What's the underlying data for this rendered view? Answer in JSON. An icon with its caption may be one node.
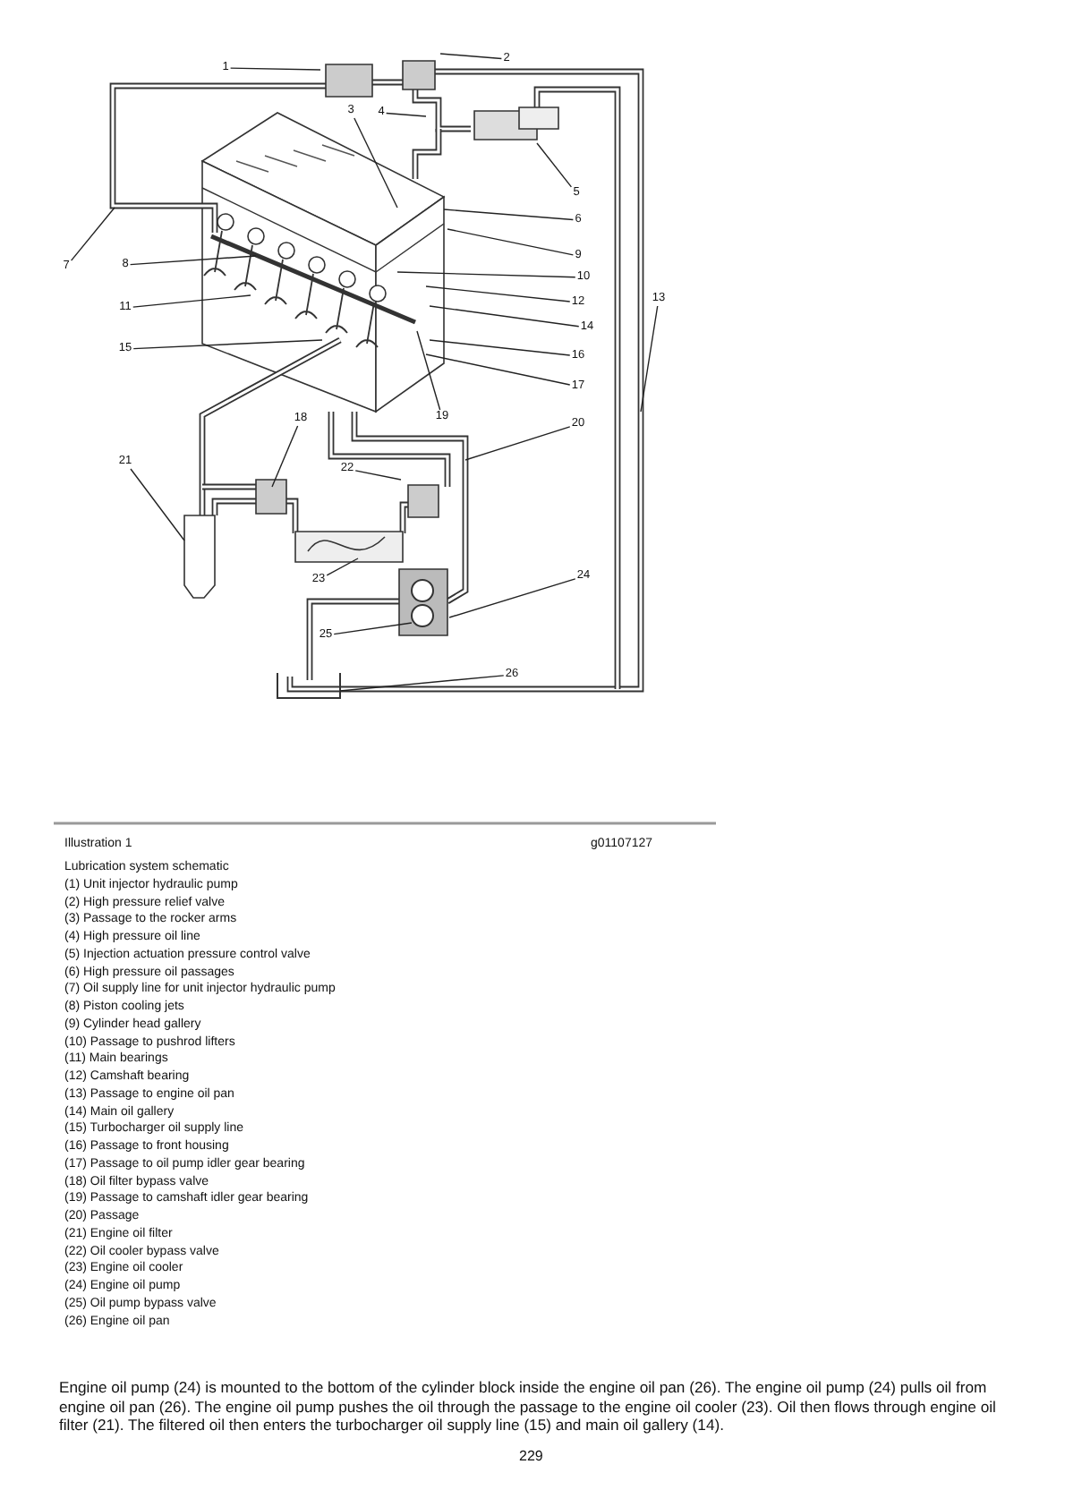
{
  "diagram": {
    "nodes": [
      {
        "text": [
          "1"
        ]
      },
      {
        "text": [
          "2"
        ]
      },
      {
        "text": [
          "3"
        ]
      },
      {
        "text": [
          "4"
        ]
      },
      {
        "text": [
          "5"
        ]
      },
      {
        "text": [
          "6"
        ]
      },
      {
        "text": [
          "7"
        ]
      },
      {
        "text": [
          "8"
        ]
      },
      {
        "text": [
          "9"
        ]
      },
      {
        "text": [
          "10"
        ]
      },
      {
        "text": [
          "11"
        ]
      },
      {
        "text": [
          "12"
        ]
      },
      {
        "text": [
          "13"
        ]
      },
      {
        "text": [
          "14"
        ]
      },
      {
        "text": [
          "15"
        ]
      },
      {
        "text": [
          "16"
        ]
      },
      {
        "text": [
          "17"
        ]
      },
      {
        "text": [
          "18"
        ]
      },
      {
        "text": [
          "19"
        ]
      },
      {
        "text": [
          "20"
        ]
      },
      {
        "text": [
          "21"
        ]
      },
      {
        "text": [
          "22"
        ]
      },
      {
        "text": [
          "23"
        ]
      },
      {
        "text": [
          "24"
        ]
      },
      {
        "text": [
          "25"
        ]
      },
      {
        "text": [
          "26"
        ]
      }
    ],
    "edges": [
      {
        "from": 0,
        "to": null,
        "arrow": "none"
      },
      {
        "from": 1,
        "to": null,
        "arrow": "none"
      },
      {
        "from": 2,
        "to": null,
        "arrow": "none"
      },
      {
        "from": 3,
        "to": null,
        "arrow": "none"
      },
      {
        "from": 4,
        "to": null,
        "arrow": "none"
      },
      {
        "from": 5,
        "to": null,
        "arrow": "none"
      },
      {
        "from": 6,
        "to": null,
        "arrow": "none"
      },
      {
        "from": 7,
        "to": null,
        "arrow": "none"
      },
      {
        "from": 8,
        "to": null,
        "arrow": "none"
      },
      {
        "from": 9,
        "to": null,
        "arrow": "none"
      },
      {
        "from": 10,
        "to": null,
        "arrow": "none"
      },
      {
        "from": 11,
        "to": null,
        "arrow": "none"
      },
      {
        "from": 12,
        "to": null,
        "arrow": "none"
      },
      {
        "from": 13,
        "to": null,
        "arrow": "none"
      },
      {
        "from": 14,
        "to": null,
        "arrow": "none"
      },
      {
        "from": 15,
        "to": null,
        "arrow": "none"
      },
      {
        "from": 16,
        "to": null,
        "arrow": "none"
      },
      {
        "from": 17,
        "to": null,
        "arrow": "none"
      },
      {
        "from": 18,
        "to": null,
        "arrow": "none"
      },
      {
        "from": 19,
        "to": null,
        "arrow": "none"
      },
      {
        "from": 20,
        "to": null,
        "arrow": "none"
      },
      {
        "from": 21,
        "to": null,
        "arrow": "none"
      },
      {
        "from": 22,
        "to": null,
        "arrow": "none"
      },
      {
        "from": 23,
        "to": null,
        "arrow": "none"
      },
      {
        "from": 24,
        "to": null,
        "arrow": "none"
      },
      {
        "from": 25,
        "to": null,
        "arrow": "none"
      }
    ],
    "labels": [
      "Illustration 1",
      "g01107127",
      "Lubrication system schematic",
      "(1) Unit injector hydraulic pump",
      "(2) High pressure relief valve",
      "(3) Passage to the rocker arms",
      "(4) High pressure oil line",
      "(5) Injection actuation pressure control valve",
      "(6) High pressure oil passages",
      "(7) Oil supply line for unit injector hydraulic pump",
      "(8) Piston cooling jets",
      "(9) Cylinder head gallery",
      "(10) Passage to pushrod lifters",
      "(11) Main bearings",
      "(12) Camshaft bearing",
      "(13) Passage to engine oil pan",
      "(14) Main oil gallery",
      "(15) Turbocharger oil supply line",
      "(16) Passage to front housing",
      "(17) Passage to oil pump idler gear bearing",
      "(18) Oil filter bypass valve",
      "(19) Passage to camshaft idler gear bearing",
      "(20) Passage",
      "(21) Engine oil filter",
      "(22) Oil cooler bypass valve",
      "(23) Engine oil cooler",
      "(24) Engine oil pump",
      "(25) Oil pump bypass valve",
      "(26) Engine oil pan",
      "Engine oil pump (24) is mounted to the bottom of the cylinder block inside the engine oil pan (26). The engine oil pump (24) pulls oil from engine oil pan (26). The engine oil pump pushes the oil through the passage to the engine oil cooler (23). Oil then flows through engine oil filter (21). The filtered oil then enters the turbocharger oil supply line (15) and main oil gallery (14).",
      "229"
    ]
  }
}
